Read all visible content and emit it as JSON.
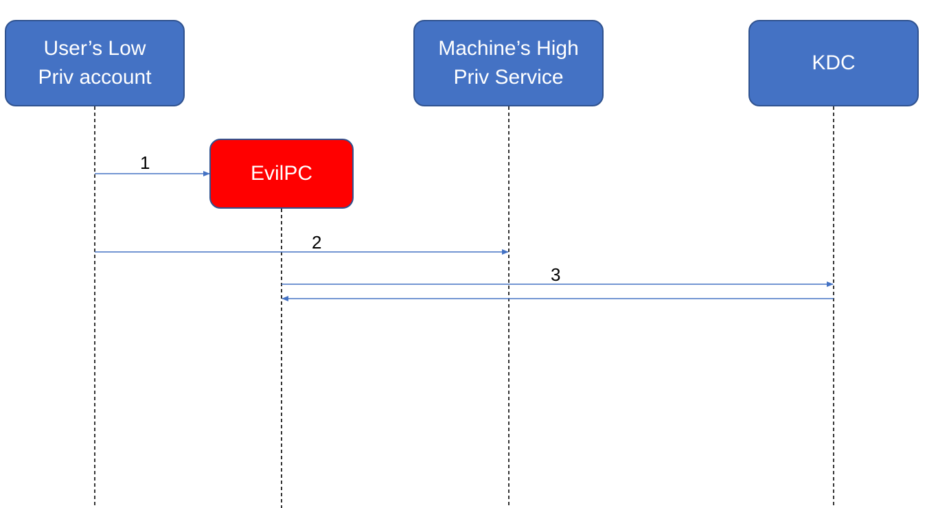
{
  "colors": {
    "participant_fill": "#4472c4",
    "participant_border": "#2f528f",
    "evil_fill": "#ff0000",
    "message_line": "#4472c4",
    "lifeline": "#000000"
  },
  "participants": {
    "user": {
      "label": "User’s Low\nPriv account"
    },
    "machine": {
      "label": "Machine’s High\nPriv Service"
    },
    "kdc": {
      "label": "KDC"
    },
    "evilpc": {
      "label": "EvilPC"
    }
  },
  "messages": {
    "m1": {
      "label": "1",
      "from": "User’s Low Priv account",
      "to": "EvilPC"
    },
    "m2": {
      "label": "2",
      "from": "User’s Low Priv account",
      "to": "Machine’s High Priv Service"
    },
    "m3": {
      "label": "3",
      "from": "EvilPC",
      "to": "KDC"
    },
    "m3_reply": {
      "from": "KDC",
      "to": "EvilPC"
    }
  }
}
